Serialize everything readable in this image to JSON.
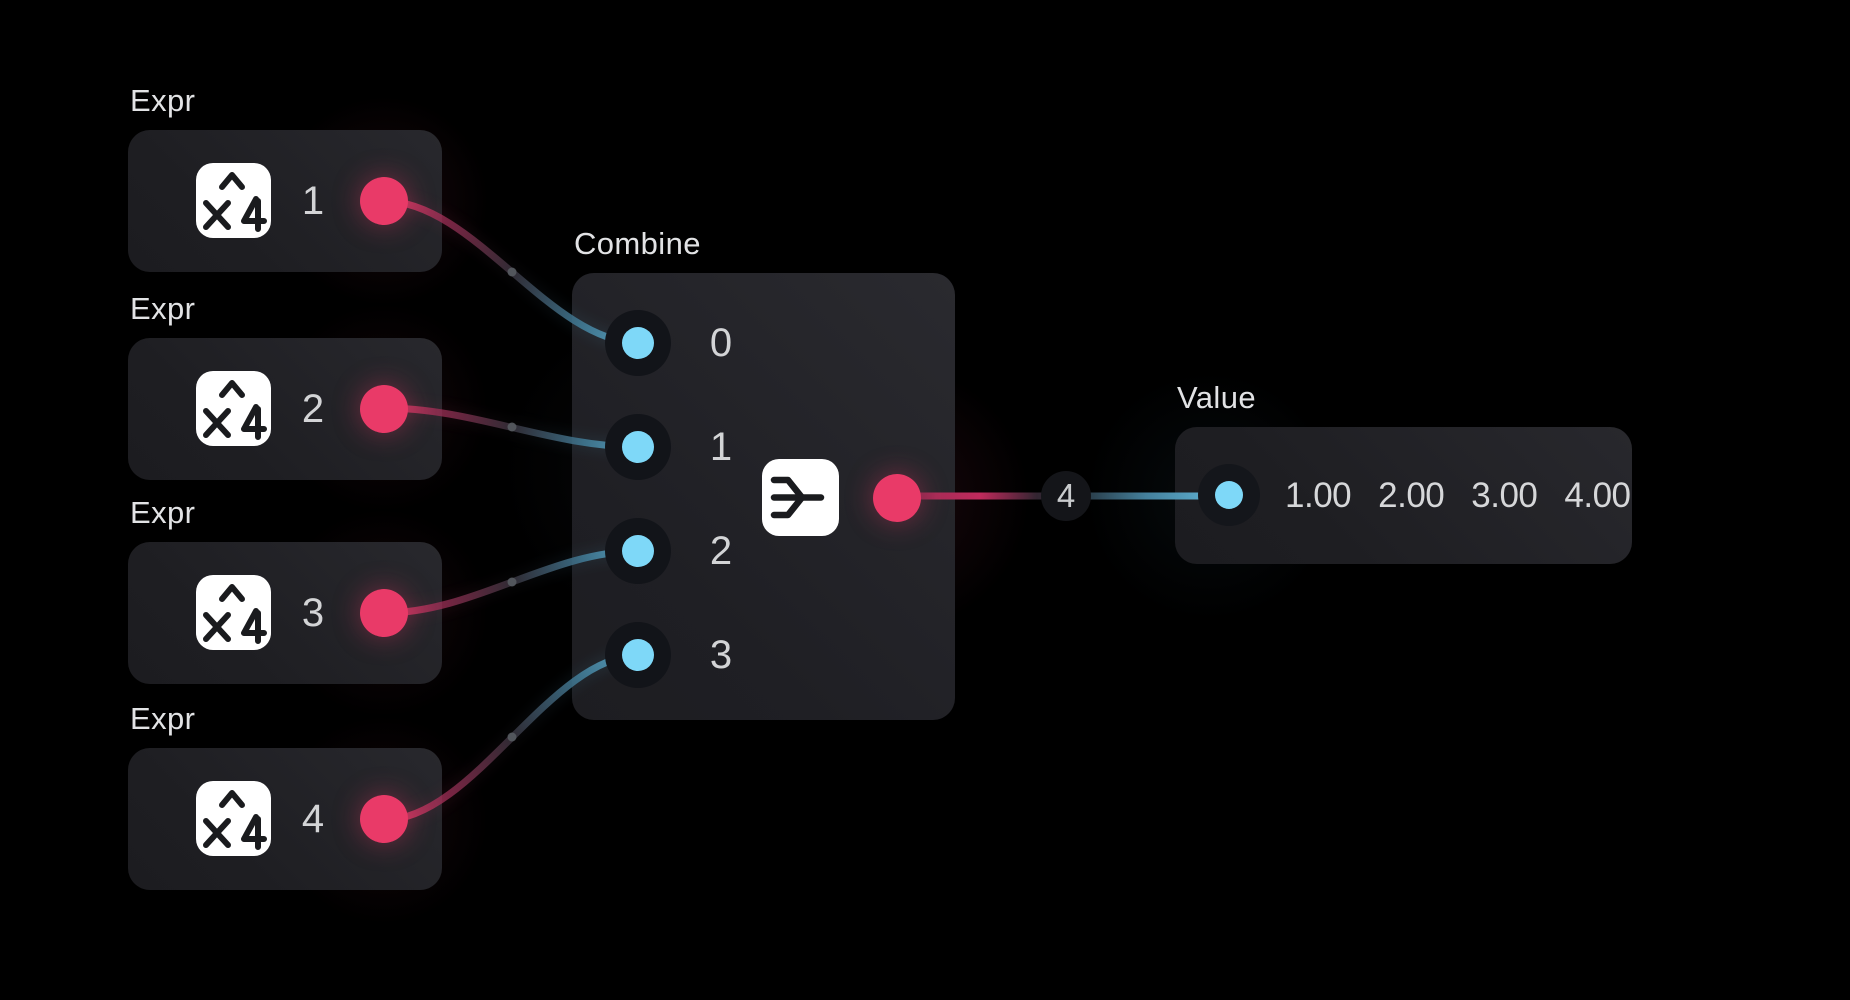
{
  "app": {
    "surface": "node-graph-canvas"
  },
  "colors": {
    "background": "#000000",
    "node_background": "#222226",
    "accent_pink": "#e93a68",
    "accent_cyan": "#7ed8f8",
    "wire_teal": "#5aa8c8",
    "text": "#d6d7d9"
  },
  "nodes": {
    "expr": {
      "title": "Expr",
      "icon": "x-power-4-icon",
      "instances": [
        {
          "value": "1"
        },
        {
          "value": "2"
        },
        {
          "value": "3"
        },
        {
          "value": "4"
        }
      ]
    },
    "combine": {
      "title": "Combine",
      "icon": "merge-icon",
      "input_port_labels": [
        "0",
        "1",
        "2",
        "3"
      ]
    },
    "value": {
      "title": "Value",
      "output_values": [
        "1.00",
        "2.00",
        "3.00",
        "4.00"
      ]
    }
  },
  "connection": {
    "badge_count": "4"
  }
}
